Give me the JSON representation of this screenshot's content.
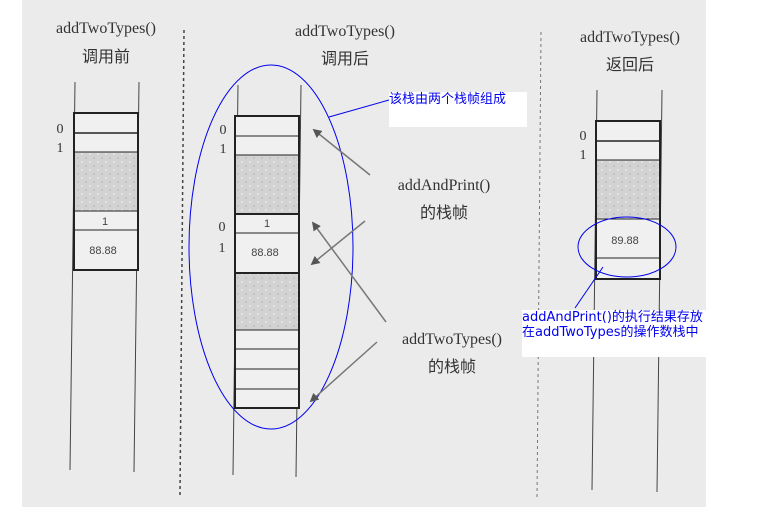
{
  "panels": [
    {
      "title": "addTwoTypes()",
      "subtitle": "调用前",
      "indices": [
        "0",
        "1"
      ],
      "cells": [
        "1",
        "88.88"
      ]
    },
    {
      "title": "addTwoTypes()",
      "subtitle": "调用后",
      "indices": [
        "0",
        "1",
        "0",
        "1"
      ],
      "cells": [
        "1",
        "88.88"
      ]
    },
    {
      "title": "addTwoTypes()",
      "subtitle": "返回后",
      "indices": [
        "0",
        "1"
      ],
      "cells": [
        "89.88"
      ]
    }
  ],
  "labels": {
    "add_and_print_frame": [
      "addAndPrint()",
      "的栈帧"
    ],
    "add_two_types_frame": [
      "addTwoTypes()",
      "的栈帧"
    ]
  },
  "notes": {
    "two_frames": "该栈由两个栈帧组成",
    "result_line1": "addAndPrint()的执行结果存放",
    "result_line2": "在addTwoTypes的操作数栈中"
  },
  "colors": {
    "annotation": "#0000ee",
    "background": "#ebebeb",
    "shade": "#cfcfcf"
  }
}
